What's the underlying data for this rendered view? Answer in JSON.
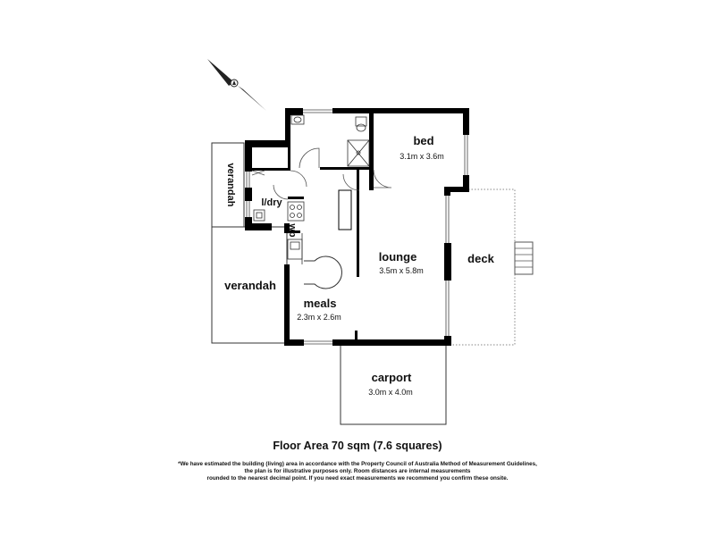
{
  "rooms": {
    "bed": {
      "name": "bed",
      "dimensions": "3.1m x 3.6m"
    },
    "lounge": {
      "name": "lounge",
      "dimensions": "3.5m x 5.8m"
    },
    "meals": {
      "name": "meals",
      "dimensions": "2.3m x 2.6m"
    },
    "carport": {
      "name": "carport",
      "dimensions": "3.0m x 4.0m"
    },
    "deck": {
      "name": "deck"
    },
    "verandah_upper": {
      "name": "verandah"
    },
    "verandah_lower": {
      "name": "verandah"
    },
    "laundry": {
      "name": "l/dry"
    },
    "wash": {
      "name": "wp"
    }
  },
  "footer": {
    "floor_area": "Floor Area 70 sqm (7.6 squares)",
    "disclaimer_lines": [
      "*We have estimated the building (living) area in accordance with the Property Council of Australia Method of Measurement Guidelines,",
      "the plan is for illustrative purposes only. Room distances are internal measurements",
      "rounded to the nearest decimal point. If you need exact measurements we recommend you confirm these onsite."
    ]
  },
  "compass": {
    "icon": "north-arrow-icon"
  },
  "colors": {
    "wall": "#000000",
    "line": "#444444",
    "dotted": "#888888"
  }
}
